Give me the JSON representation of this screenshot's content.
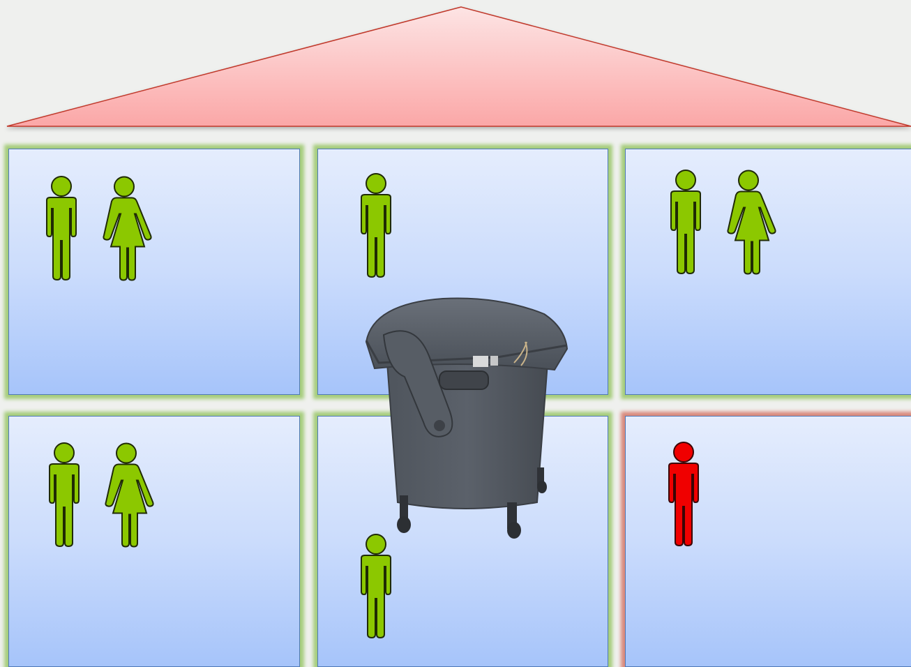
{
  "colors": {
    "roof_fill_top": "#fde4e4",
    "roof_fill_bottom": "#fba7a7",
    "roof_stroke": "#c0392b",
    "apartment_glow_ok": "#a6cd7c",
    "apartment_glow_problem": "#d98a7c",
    "resident_ok": "#8cc800",
    "resident_problem": "#f00000",
    "container": "#4a5058"
  },
  "apartments": [
    {
      "id": "top-left",
      "status": "ok",
      "residents": [
        "man",
        "woman"
      ]
    },
    {
      "id": "top-middle",
      "status": "ok",
      "residents": [
        "man"
      ]
    },
    {
      "id": "top-right",
      "status": "ok",
      "residents": [
        "man",
        "woman"
      ]
    },
    {
      "id": "bottom-left",
      "status": "ok",
      "residents": [
        "man",
        "woman"
      ]
    },
    {
      "id": "bottom-middle",
      "status": "ok",
      "residents": [
        "man"
      ]
    },
    {
      "id": "bottom-right",
      "status": "problem",
      "residents": [
        "man"
      ]
    }
  ],
  "shared_object": {
    "icon": "waste-container-icon"
  }
}
